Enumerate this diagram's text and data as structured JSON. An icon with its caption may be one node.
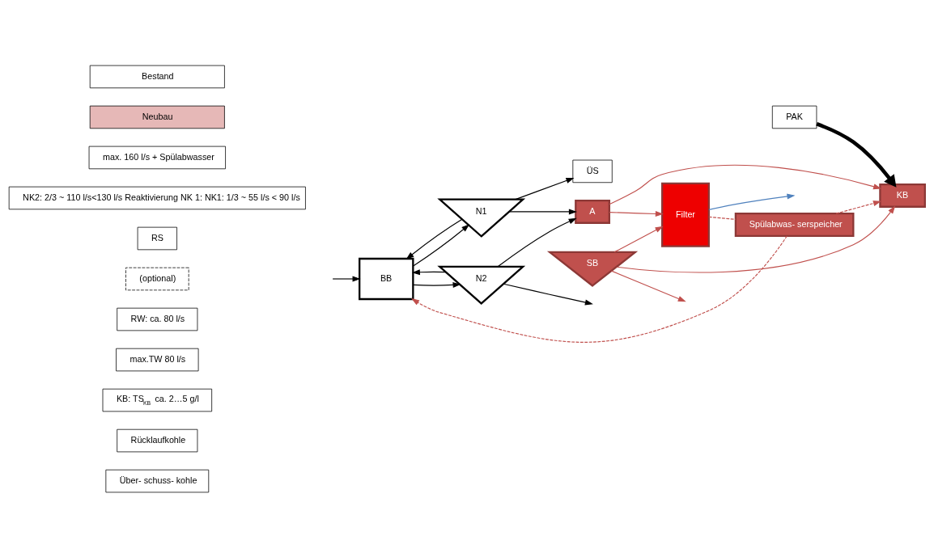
{
  "diagram": {
    "nodes": [
      {
        "text": [
          "Bestand"
        ]
      },
      {
        "text": [
          "Neubau"
        ]
      },
      {
        "text": [
          "max. 160 l/s + Spülabwasser"
        ]
      },
      {
        "text": [
          "NK2: 2/3 ~ 110 l/s<130 l/s Reaktivierung NK 1: NK1: 1/3 ~ 55 l/s < 90 l/s"
        ]
      },
      {
        "text": [
          "BB"
        ]
      },
      {
        "text": [
          "N2"
        ]
      },
      {
        "text": [
          "N1"
        ]
      },
      {
        "text": [
          "RS"
        ]
      },
      {
        "text": [
          "ÜS"
        ]
      },
      {
        "text": [
          "(optional)"
        ]
      },
      {
        "text": [
          "A"
        ]
      },
      {
        "text": [
          "RW: ca. 80 l/s"
        ]
      },
      {
        "text": [
          "PAK"
        ]
      },
      {
        "text": [
          "max.TW 80 l/s"
        ]
      },
      {
        "text": [
          "KB"
        ]
      },
      {
        "text": [
          "SB"
        ]
      },
      {
        "text": [
          "KB: TS$_{KB}$ ca. 2…5 g/l"
        ]
      },
      {
        "text": [
          "Rücklaufkohle"
        ]
      },
      {
        "text": [
          "Über- schuss- kohle"
        ]
      },
      {
        "text": [
          "Filter"
        ]
      },
      {
        "text": [
          "Spülabwas- serspeicher"
        ]
      }
    ],
    "edges": [
      {
        "from": null,
        "to": 4,
        "arrow": "to"
      },
      {
        "from": 20,
        "to": 4,
        "arrow": "to",
        "style": "dashed",
        "color": "#c0504d"
      },
      {
        "from": 5,
        "to": 4,
        "arrow": "to"
      },
      {
        "from": 6,
        "to": 4,
        "arrow": "to"
      },
      {
        "from": 4,
        "to": 5,
        "arrow": "to"
      },
      {
        "from": 4,
        "to": 6,
        "arrow": "to"
      },
      {
        "from": 5,
        "to": null,
        "arrow": "to"
      },
      {
        "from": 6,
        "to": 8,
        "arrow": "to"
      },
      {
        "from": 5,
        "to": 10,
        "arrow": "to"
      },
      {
        "from": 6,
        "to": 10,
        "arrow": "to"
      },
      {
        "from": 10,
        "to": 14,
        "arrow": "to",
        "color": "#c0504d"
      },
      {
        "from": 10,
        "to": 19,
        "arrow": "to",
        "color": "#c0504d"
      },
      {
        "from": 20,
        "to": 14,
        "arrow": "to",
        "style": "dashed",
        "color": "#c0504d"
      },
      {
        "from": 12,
        "to": 14,
        "arrow": "to",
        "style": "thick"
      },
      {
        "from": 15,
        "to": 19,
        "arrow": "to",
        "color": "#c0504d"
      },
      {
        "from": 15,
        "to": 14,
        "arrow": "to",
        "color": "#c0504d"
      },
      {
        "from": 15,
        "to": null,
        "arrow": "to",
        "color": "#c0504d"
      },
      {
        "from": 19,
        "to": null,
        "arrow": "to",
        "color": "#4f81bd"
      },
      {
        "from": 19,
        "to": 20,
        "arrow": "none",
        "style": "dashed",
        "color": "#c0504d"
      }
    ]
  }
}
